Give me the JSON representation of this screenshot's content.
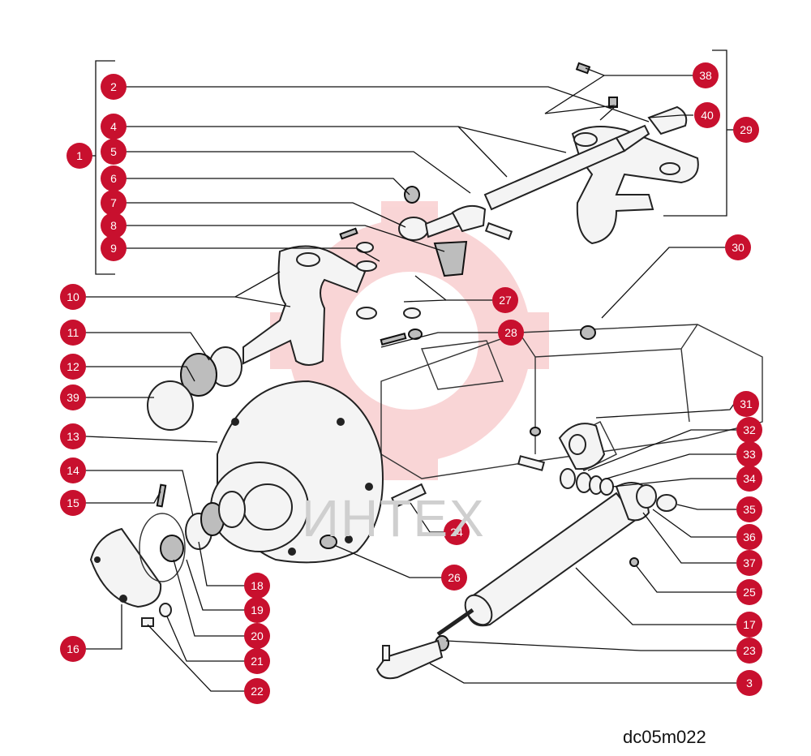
{
  "diagram": {
    "code": "dc05m022",
    "watermark": "ИНТЕХ",
    "callout_color": "#c8102e",
    "callouts": [
      {
        "id": "1",
        "label": "1"
      },
      {
        "id": "2",
        "label": "2"
      },
      {
        "id": "3",
        "label": "3"
      },
      {
        "id": "4",
        "label": "4"
      },
      {
        "id": "5",
        "label": "5"
      },
      {
        "id": "6",
        "label": "6"
      },
      {
        "id": "7",
        "label": "7"
      },
      {
        "id": "8",
        "label": "8"
      },
      {
        "id": "9",
        "label": "9"
      },
      {
        "id": "10",
        "label": "10"
      },
      {
        "id": "11",
        "label": "11"
      },
      {
        "id": "12",
        "label": "12"
      },
      {
        "id": "13",
        "label": "13"
      },
      {
        "id": "14",
        "label": "14"
      },
      {
        "id": "15",
        "label": "15"
      },
      {
        "id": "16",
        "label": "16"
      },
      {
        "id": "17",
        "label": "17"
      },
      {
        "id": "18",
        "label": "18"
      },
      {
        "id": "19",
        "label": "19"
      },
      {
        "id": "20",
        "label": "20"
      },
      {
        "id": "21",
        "label": "21"
      },
      {
        "id": "22",
        "label": "22"
      },
      {
        "id": "23",
        "label": "23"
      },
      {
        "id": "24",
        "label": "24"
      },
      {
        "id": "25",
        "label": "25"
      },
      {
        "id": "26",
        "label": "26"
      },
      {
        "id": "27",
        "label": "27"
      },
      {
        "id": "28",
        "label": "28"
      },
      {
        "id": "29",
        "label": "29"
      },
      {
        "id": "30",
        "label": "30"
      },
      {
        "id": "31",
        "label": "31"
      },
      {
        "id": "32",
        "label": "32"
      },
      {
        "id": "33",
        "label": "33"
      },
      {
        "id": "34",
        "label": "34"
      },
      {
        "id": "35",
        "label": "35"
      },
      {
        "id": "36",
        "label": "36"
      },
      {
        "id": "37",
        "label": "37"
      },
      {
        "id": "38",
        "label": "38"
      },
      {
        "id": "39",
        "label": "39"
      },
      {
        "id": "40",
        "label": "40"
      }
    ]
  }
}
